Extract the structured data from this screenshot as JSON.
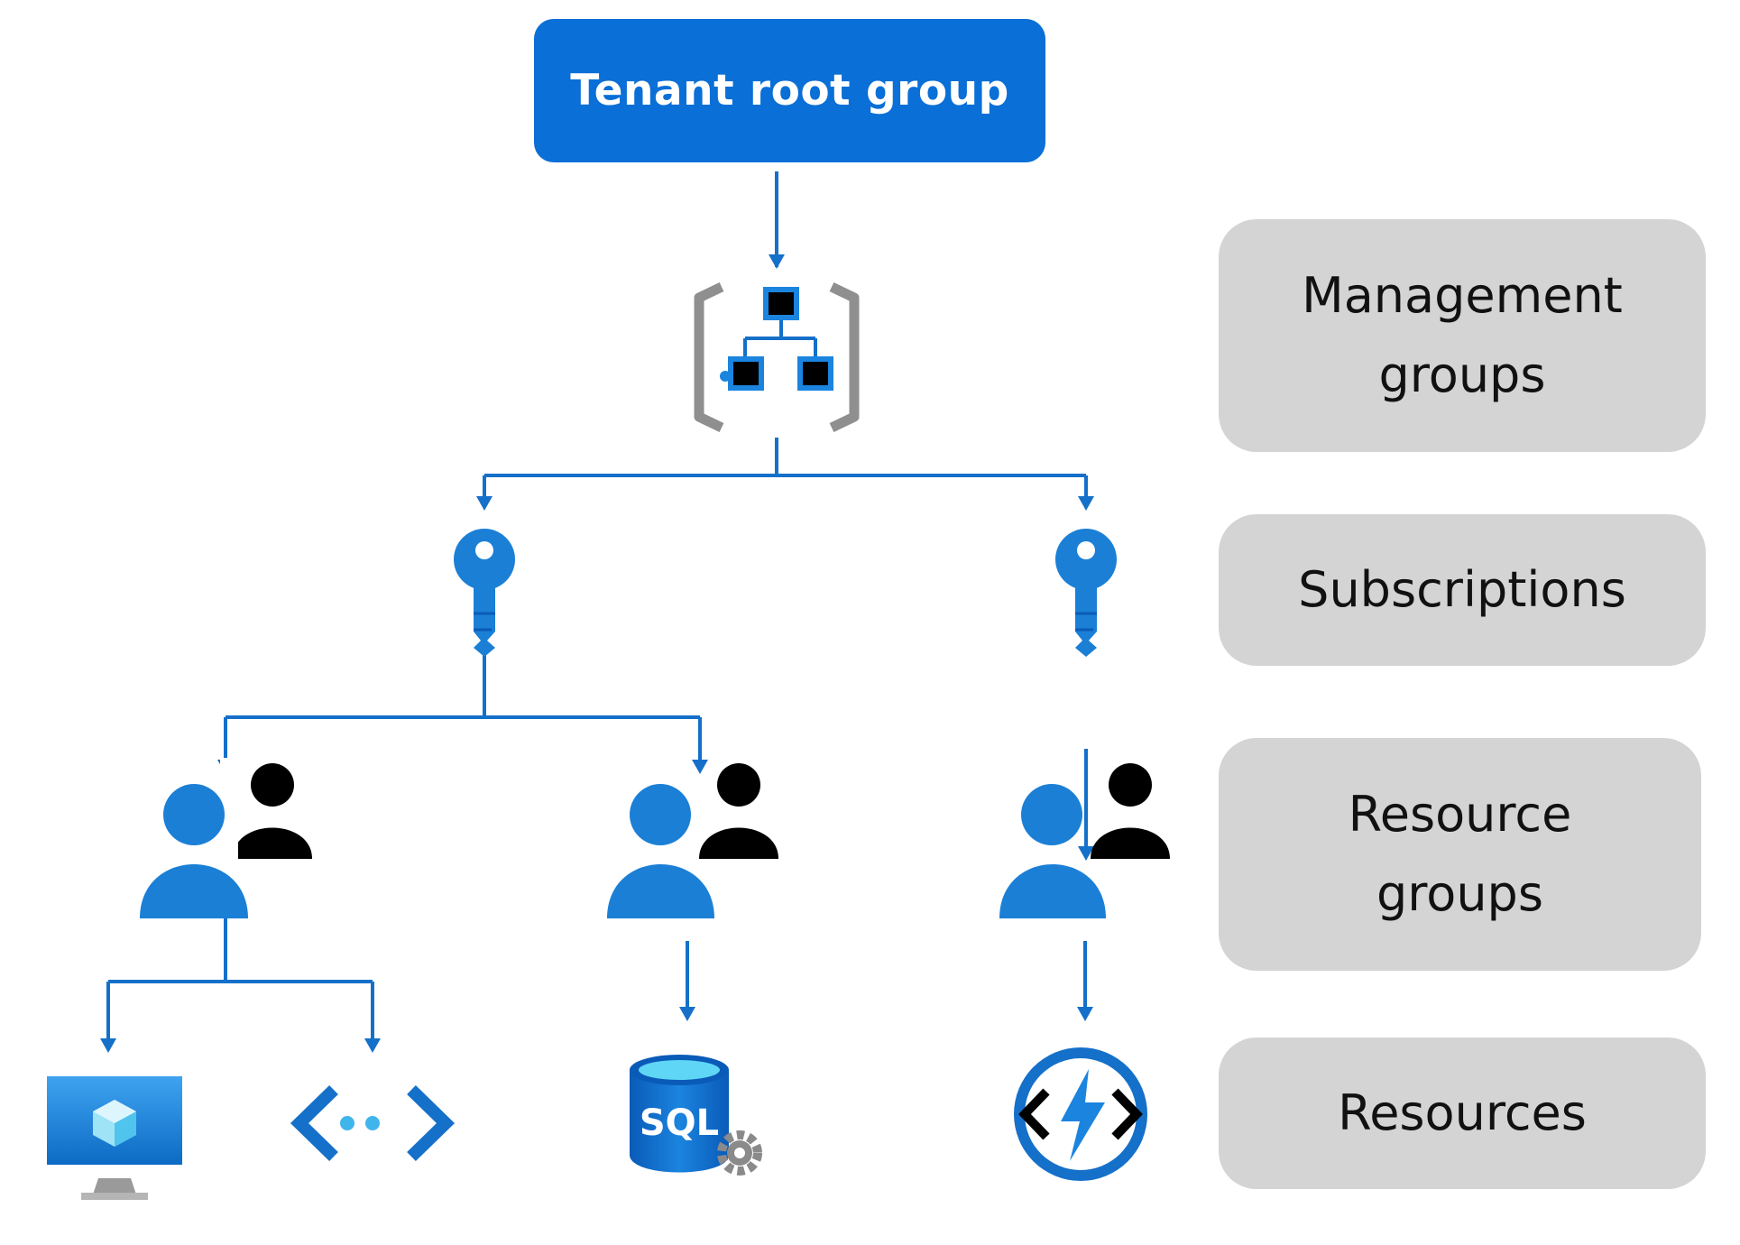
{
  "root": {
    "label": "Tenant root group"
  },
  "levels": {
    "management_groups": "Management\ngroups",
    "subscriptions": "Subscriptions",
    "resource_groups": "Resource\ngroups",
    "resources": "Resources"
  },
  "icons": {
    "management_group": "management-group-icon",
    "subscription": "subscription-key-icon",
    "resource_group": "resource-group-users-icon",
    "virtual_machine": "virtual-machine-icon",
    "virtual_network": "virtual-network-icon",
    "sql": "sql-database-icon",
    "function_app": "function-app-icon"
  },
  "sql_label": "SQL",
  "colors": {
    "brand_blue": "#0A6FD6",
    "line_blue": "#1570C9",
    "level_gray": "#D4D4D4",
    "bracket_gray": "#8F8F8F"
  }
}
